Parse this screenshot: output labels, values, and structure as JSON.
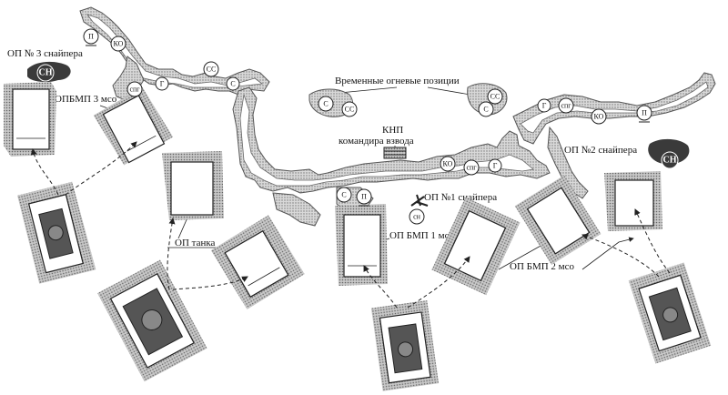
{
  "labels": {
    "op3_sniper": "ОП № 3 снайпера",
    "opbmp3": "ОПБМП 3 мсо",
    "temp_positions": "Временные огневые позиции",
    "knp_1": "КНП",
    "knp_2": "командира взвода",
    "op2_sniper": "ОП №2 снайпера",
    "op1_sniper": "ОП №1 снайпера",
    "op_tank": "ОП танка",
    "op_bmp1": "ОП БМП 1 мсо",
    "op_bmp2": "ОП БМП 2 мсо"
  },
  "markers": {
    "p": "П",
    "ko": "КО",
    "spg": "спг",
    "g": "Г",
    "ss": "СС",
    "s": "С",
    "sn": "сн",
    "sn_big": "СН"
  }
}
